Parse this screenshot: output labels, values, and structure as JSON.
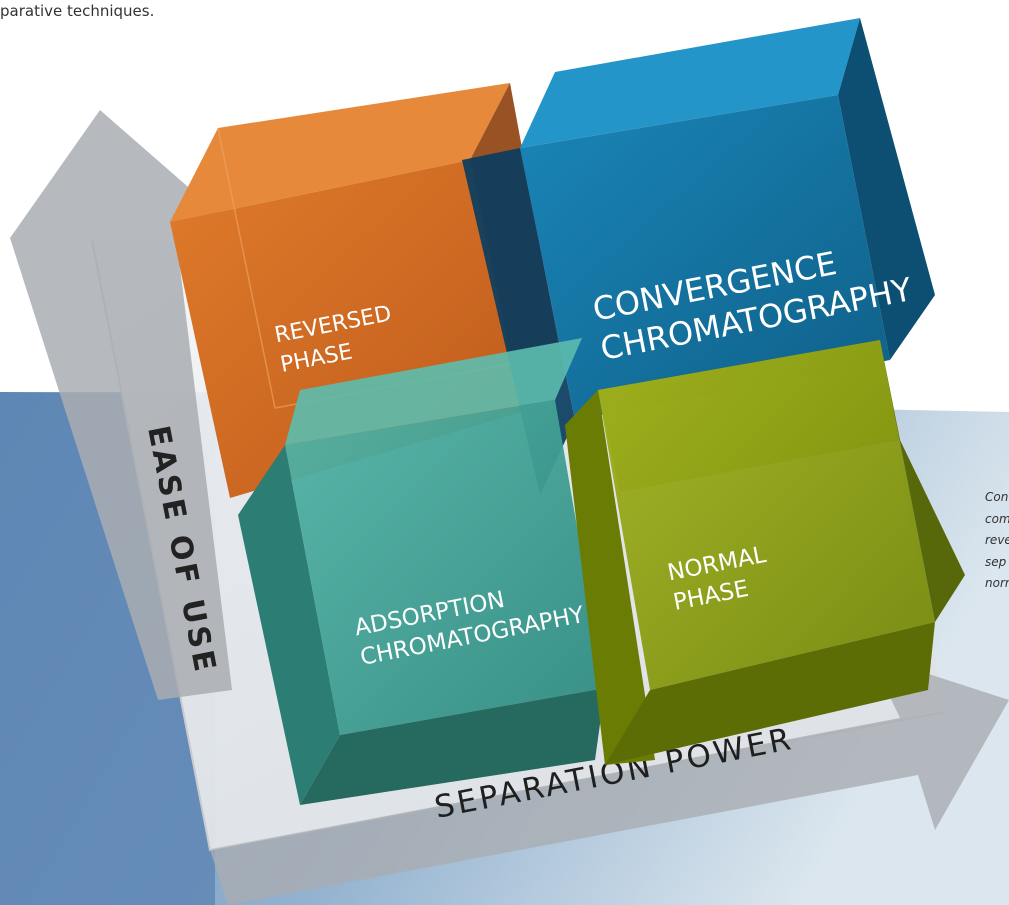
{
  "intro_text": "parative techniques.",
  "diagram": {
    "y_axis_label": "EASE OF USE",
    "x_axis_label": "SEPARATION POWER",
    "boxes": {
      "reversed_phase": {
        "line1": "REVERSED",
        "line2": "PHASE",
        "color": "#cc6a24"
      },
      "convergence": {
        "line1": "CONVERGENCE",
        "line2": "CHROMATOGRAPHY",
        "color": "#1775a4"
      },
      "adsorption": {
        "line1": "ADSORPTION",
        "line2": "CHROMATOGRAPHY",
        "color": "#3e9f93"
      },
      "normal_phase": {
        "line1": "NORMAL",
        "line2": "PHASE",
        "color": "#8ea417"
      }
    }
  },
  "side_caption": [
    "Con",
    "com",
    "reve",
    "sep",
    "norm"
  ]
}
